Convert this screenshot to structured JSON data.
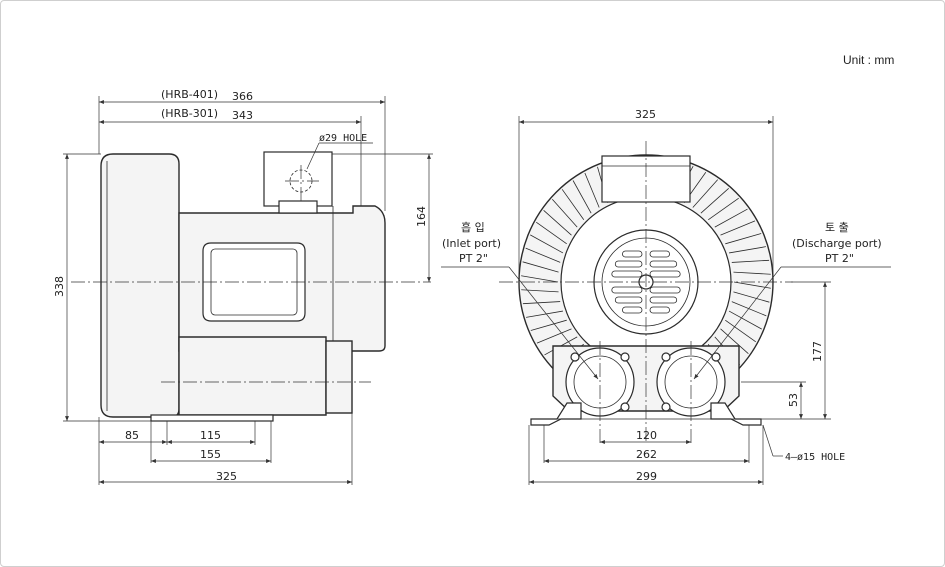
{
  "unit_label": "Unit : mm",
  "side_view": {
    "model_401_label": "(HRB-401)",
    "model_401_dim": "366",
    "model_301_label": "(HRB-301)",
    "model_301_dim": "343",
    "hole_label": "ø29 HOLE",
    "height_dim": "338",
    "port_height_dim": "164",
    "base_dim_85": "85",
    "base_dim_115": "115",
    "base_dim_155": "155",
    "total_width_dim": "325"
  },
  "front_view": {
    "top_width_dim": "325",
    "inlet_korean": "흡 입",
    "inlet_label": "(Inlet port)",
    "inlet_pt": "PT 2\"",
    "discharge_korean": "토 출",
    "discharge_label": "(Discharge port)",
    "discharge_pt": "PT 2\"",
    "dim_177": "177",
    "dim_53": "53",
    "dim_120": "120",
    "dim_262": "262",
    "dim_299": "299",
    "mount_hole_label": "4–ø15 HOLE"
  }
}
